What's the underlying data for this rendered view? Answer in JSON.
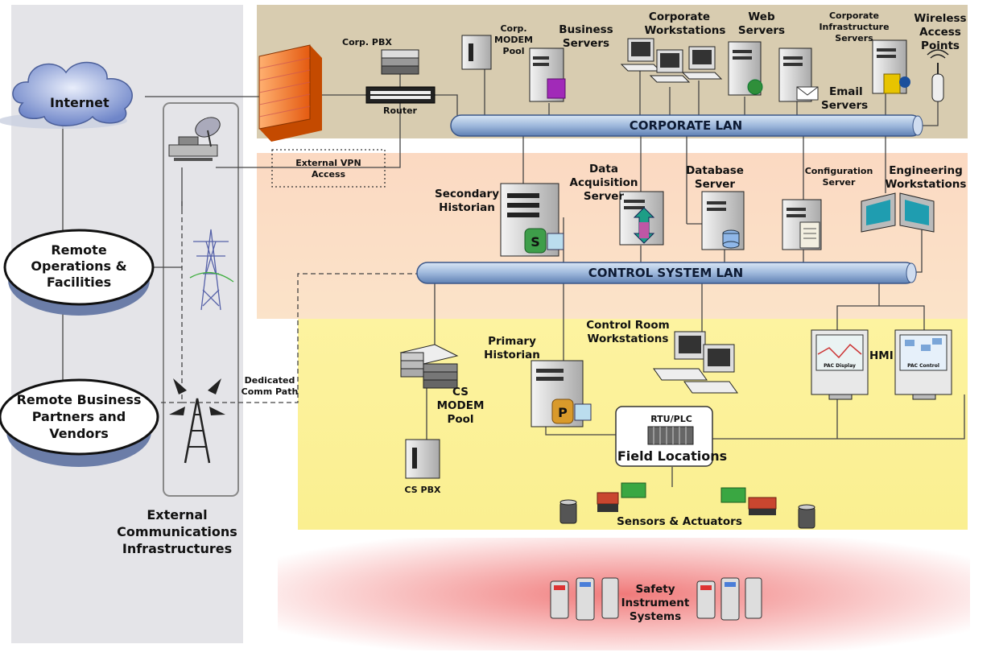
{
  "zones": {
    "external": "External Communications Infrastructures"
  },
  "nodes": {
    "internet": "Internet",
    "remote_ops": [
      "Remote",
      "Operations &",
      "Facilities"
    ],
    "remote_partners": [
      "Remote Business",
      "Partners and",
      "Vendors"
    ],
    "corp_pbx": "Corp. PBX",
    "corp_modem": [
      "Corp.",
      "MODEM",
      "Pool"
    ],
    "business_servers": [
      "Business",
      "Servers"
    ],
    "corporate_workstations": [
      "Corporate",
      "Workstations"
    ],
    "web_servers": [
      "Web",
      "Servers"
    ],
    "corp_infra_servers": [
      "Corporate",
      "Infrastructure",
      "Servers"
    ],
    "wireless_ap": [
      "Wireless",
      "Access",
      "Points"
    ],
    "router": "Router",
    "email_servers": [
      "Email",
      "Servers"
    ],
    "ext_vpn": [
      "External VPN",
      "Access"
    ],
    "secondary_historian": [
      "Secondary",
      "Historian"
    ],
    "data_acq": [
      "Data",
      "Acquisition",
      "Server"
    ],
    "database_server": [
      "Database",
      "Server"
    ],
    "config_server": [
      "Configuration",
      "Server"
    ],
    "eng_workstations": [
      "Engineering",
      "Workstations"
    ],
    "primary_historian": [
      "Primary",
      "Historian"
    ],
    "control_room": [
      "Control Room",
      "Workstations"
    ],
    "hmi": "HMI",
    "pac_display": "PAC Display",
    "pac_control": "PAC Control",
    "dedicated_comm": [
      "Dedicated",
      "Comm Path"
    ],
    "cs_modem": [
      "CS",
      "MODEM",
      "Pool"
    ],
    "cs_pbx": "CS PBX",
    "rtu_plc": "RTU/PLC",
    "field_locations": "Field Locations",
    "sensors": "Sensors & Actuators",
    "safety": [
      "Safety",
      "Instrument",
      "Systems"
    ],
    "historian_s": "S",
    "historian_p": "P"
  },
  "lans": {
    "corporate": "CORPORATE LAN",
    "control": "CONTROL SYSTEM LAN"
  }
}
